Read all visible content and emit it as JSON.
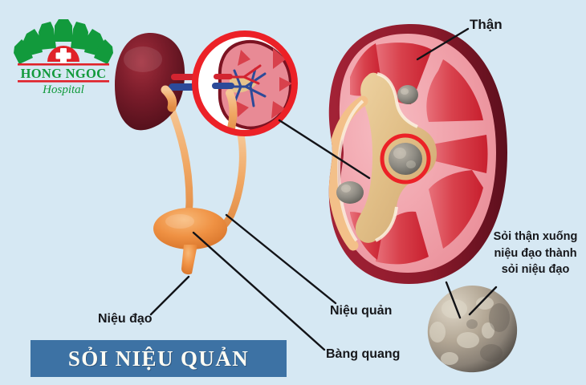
{
  "meta": {
    "background_color": "#d6e8f3",
    "title_banner_color": "#3d72a4",
    "accent_red": "#e8262a",
    "logo_green": "#129a3c",
    "label_color": "#16171b"
  },
  "logo": {
    "name": "Hong Ngoc Hospital logo",
    "line1": "HONG NGOC",
    "line2": "Hospital",
    "icon": "lotus-fan-with-medical-cross",
    "cross_color": "#ffffff",
    "dome_color": "#e02128",
    "petal_color": "#129a3c"
  },
  "banner": {
    "text": "SỎI NIỆU QUẢN"
  },
  "labels": {
    "than": "Thận",
    "nieu_dao": "Niệu đạo",
    "nieu_quan": "Niệu quản",
    "bang_quang": "Bàng quang",
    "soi_note_line1": "Sỏi thận xuống",
    "soi_note_line2": "niệu đạo thành",
    "soi_note_line3": "sỏi niệu đạo"
  },
  "illustration": {
    "urinary_system": {
      "kidney_color": "#6b1622",
      "ureter_color": "#f0a763",
      "bladder_color": "#ef9143",
      "artery_color": "#d32430",
      "vein_color": "#2c4a99"
    },
    "inset_circle": {
      "ring_color": "#ec2127",
      "fill_color": "#ffffff",
      "content": "kidney cross-section with renal artery and vein"
    },
    "kidney_cross_section": {
      "capsule_color": "#8b1a2b",
      "cortex_color": "#f0a0a8",
      "pyramid_color": "#d8323f",
      "pelvis_color": "#e0bd85",
      "stone_color": "#8e8b83",
      "stone_count": 3,
      "highlight_ring_color": "#ec2127"
    },
    "large_stone": {
      "color": "#a39584",
      "highlight_color": "#e4ddd0",
      "shadow_color": "#55504a"
    }
  }
}
